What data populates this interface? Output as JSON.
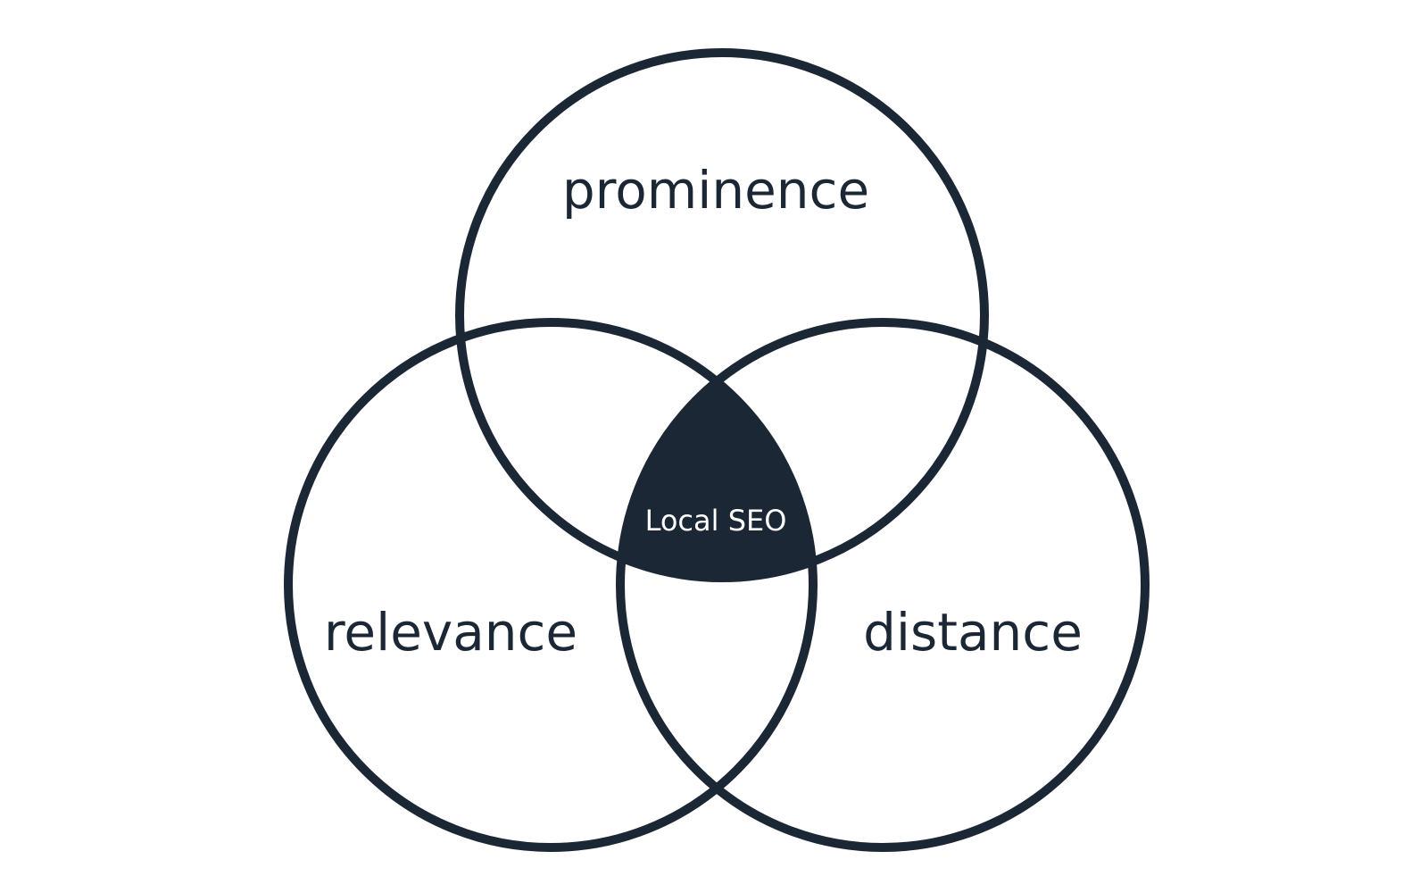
{
  "diagram": {
    "type": "venn",
    "sets": [
      {
        "id": "prominence",
        "label": "prominence"
      },
      {
        "id": "relevance",
        "label": "relevance"
      },
      {
        "id": "distance",
        "label": "distance"
      }
    ],
    "intersection": {
      "sets": [
        "prominence",
        "relevance",
        "distance"
      ],
      "label": "Local SEO"
    }
  },
  "colors": {
    "stroke": "#1c2736",
    "intersection_fill": "#1c2736",
    "label_text": "#1c2736",
    "intersection_text": "#ffffff",
    "background": "#ffffff"
  }
}
